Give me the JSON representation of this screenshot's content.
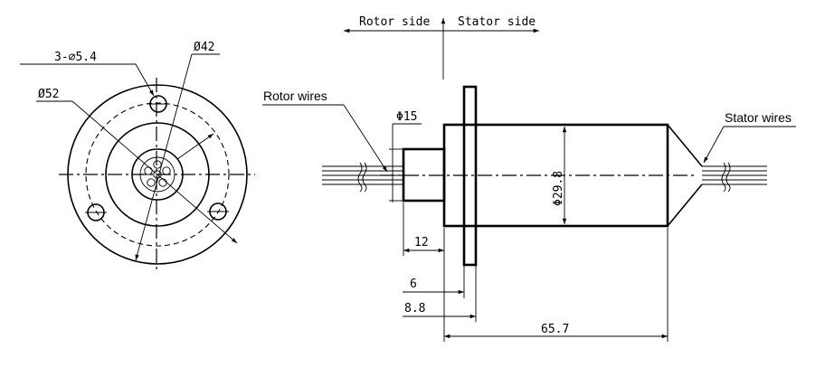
{
  "direction": {
    "rotor_side": "Rotor side",
    "stator_side": "Stator side"
  },
  "labels": {
    "rotor_wires": "Rotor wires",
    "stator_wires": "Stator wires"
  },
  "front_view": {
    "holes_dim": "3-⌀5.4",
    "bolt_circle_dim": "Ø42",
    "flange_dim": "Ø52"
  },
  "side_view": {
    "rotor_dia_dim": "Φ15",
    "body_dia_dim": "Φ29.8",
    "rotor_len_dim": "12",
    "flange_thk_dim": "6",
    "flange_pos_dim": "8.8",
    "body_len_dim": "65.7"
  }
}
